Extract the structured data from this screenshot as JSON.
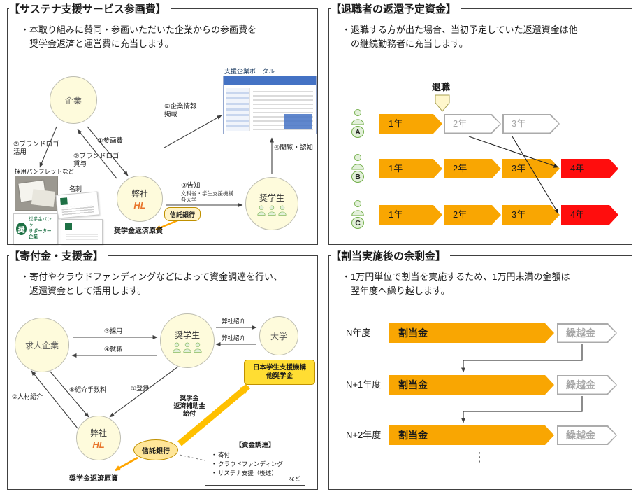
{
  "colors": {
    "orange": "#F9A602",
    "red": "#FF0D0D",
    "gold_arrow": "#FFC000",
    "node_yellow": "#FEFBDC",
    "person_green": "#70AD47",
    "portal_blue": "#4472C4"
  },
  "panel1": {
    "title": "【サステナ支援サービス参画費】",
    "bullet": "本取り組みに賛同・参画いただいた企業からの参画費を奨学金返済と運営費に充当します。",
    "company": "企業",
    "our_company": "弊社",
    "logo": "HL",
    "students": "奨学生",
    "portal_title": "支援企業ポータル",
    "trust_bank": "信託銀行",
    "repayment_source": "奨学金返済原資",
    "labels": {
      "fee": "①参画費",
      "logo_use": "③ブランドロゴ活用",
      "logo_grant": "②ブランドロゴ貸与",
      "info_post": "②企業情報掲載",
      "view": "④閲覧・認知",
      "notice": "③告知",
      "notice_sub1": "文科省・学生支援機構",
      "notice_sub2": "各大学"
    },
    "pamphlet_label": "採用パンフレットなど",
    "business_card": "名刺",
    "badge_mark": "奨",
    "badge_line1": "奨学金バンク",
    "badge_line2": "サポーター企業"
  },
  "panel2": {
    "title": "【退職者の返還予定資金】",
    "bullet": "退職する方が出た場合、当初予定していた返還資金は他の継続勤務者に充当します。",
    "retire": "退職",
    "rows": [
      {
        "person": "A",
        "y1": "1年",
        "y2": "2年",
        "y3": "3年"
      },
      {
        "person": "B",
        "y1": "1年",
        "y2": "2年",
        "y3": "3年",
        "y4": "4年"
      },
      {
        "person": "C",
        "y1": "1年",
        "y2": "2年",
        "y3": "3年",
        "y4": "4年"
      }
    ]
  },
  "panel3": {
    "title": "【寄付金・支援金】",
    "bullet": "寄付やクラウドファンディングなどによって資金調達を行い、返還資金として活用します。",
    "recruiter": "求人企業",
    "students": "奨学生",
    "university": "大学",
    "jasso_line1": "日本学生支援機構",
    "jasso_line2": "他奨学金",
    "our_company": "弊社",
    "logo": "HL",
    "trust_bank": "信託銀行",
    "repayment_source": "奨学金返済原資",
    "subsidy_line1": "奨学金",
    "subsidy_line2": "返済補助金",
    "subsidy_line3": "給付",
    "labels": {
      "intro_top": "弊社紹介",
      "intro_bottom": "弊社紹介",
      "hire": "③採用",
      "employ": "④就職",
      "fee": "⑤紹介手数料",
      "register": "①登録",
      "referral": "②人材紹介"
    },
    "funding": {
      "title": "【資金調達】",
      "items": [
        "寄付",
        "クラウドファンディング",
        "サステナ支援（後述）"
      ],
      "suffix": "など"
    }
  },
  "panel4": {
    "title": "【割当実施後の余剰金】",
    "bullet": "1万円単位で割当を実施するため、1万円未満の金額は翌年度へ繰り越します。",
    "rows": [
      {
        "year": "N年度",
        "alloc": "割当金",
        "carry": "繰越金"
      },
      {
        "year": "N+1年度",
        "alloc": "割当金",
        "carry": "繰越金"
      },
      {
        "year": "N+2年度",
        "alloc": "割当金",
        "carry": "繰越金"
      }
    ],
    "ellipsis": "⋮"
  }
}
